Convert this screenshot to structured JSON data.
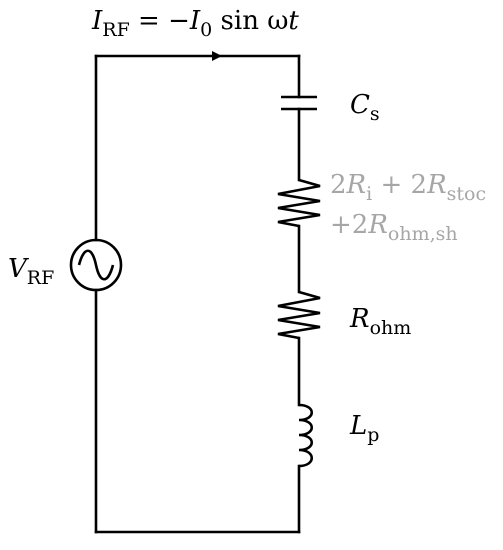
{
  "current_label": {
    "var": "I",
    "sub": "RF",
    "eq": "= −",
    "var2": "I",
    "sub2": "0",
    "func": "sin ω",
    "var3": "t"
  },
  "source_label": {
    "var": "V",
    "sub": "RF"
  },
  "components": [
    {
      "type": "capacitor",
      "var": "C",
      "sub": "s"
    },
    {
      "type": "resistor",
      "line1": {
        "coef1": "2",
        "var1": "R",
        "sub1": "i",
        "op": "+ 2",
        "var2": "R",
        "sub2": "stoc"
      },
      "line2": {
        "op": "+2",
        "var": "R",
        "sub": "ohm,sh"
      },
      "color": "#a6a6a6"
    },
    {
      "type": "resistor",
      "var": "R",
      "sub": "ohm"
    },
    {
      "type": "inductor",
      "var": "L",
      "sub": "p"
    }
  ],
  "colors": {
    "wire": "#000000",
    "faded_label": "#a6a6a6"
  }
}
